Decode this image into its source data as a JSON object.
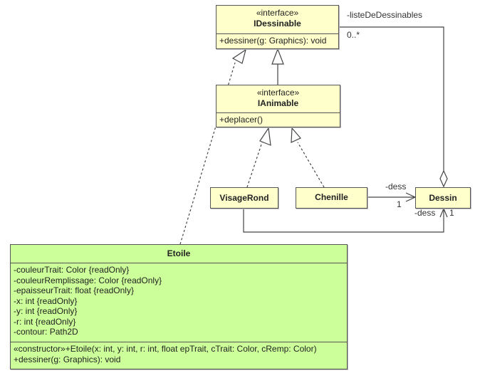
{
  "classes": {
    "idessinable": {
      "stereotype": "«interface»",
      "name": "IDessinable",
      "methods": [
        "+dessiner(g: Graphics): void"
      ]
    },
    "ianimable": {
      "stereotype": "«interface»",
      "name": "IAnimable",
      "methods": [
        "+deplacer()"
      ]
    },
    "visagerond": {
      "name": "VisageRond"
    },
    "chenille": {
      "name": "Chenille"
    },
    "dessin": {
      "name": "Dessin"
    },
    "etoile": {
      "name": "Etoile",
      "attributes": [
        "-couleurTrait: Color {readOnly}",
        "-couleurRemplissage: Color {readOnly}",
        "-epaisseurTrait: float {readOnly}",
        "-x: int {readOnly}",
        "-y: int {readOnly}",
        "-r: int {readOnly}",
        "-contour: Path2D"
      ],
      "methods": [
        "«constructor»+Etoile(x: int, y: int, r: int, float epTrait, cTrait: Color, cRemp: Color)",
        "+dessiner(g: Graphics): void"
      ]
    }
  },
  "associations": {
    "liste": {
      "role": "-listeDeDessinables",
      "multiplicity": "0..*"
    },
    "chenille_dessin": {
      "role": "-dess",
      "multiplicity": "1"
    },
    "visage_dessin": {
      "role": "-dess",
      "multiplicity": "1"
    }
  },
  "colors": {
    "interface_fill": "#ffffcc",
    "etoile_fill": "#ccff99",
    "line": "#555555"
  }
}
